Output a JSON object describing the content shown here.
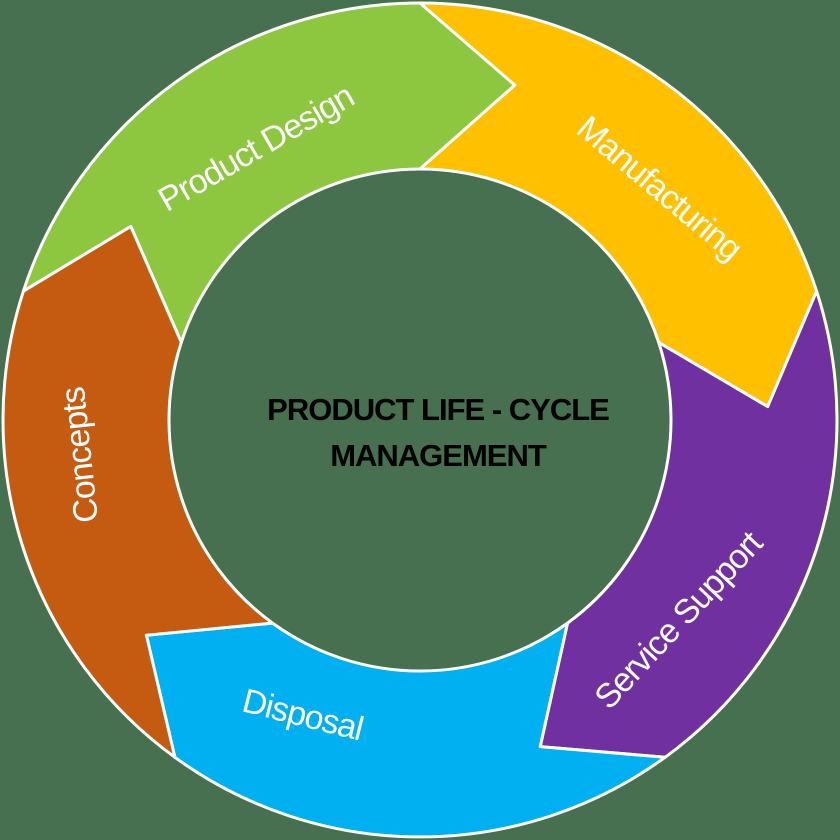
{
  "background_color": "#46704F",
  "separator_color": "#FFFFFF",
  "label_text_color": "#FFFFFF",
  "title": {
    "line1": "PRODUCT LIFE - CYCLE",
    "line2": "MANAGEMENT",
    "color": "#000000"
  },
  "segments": [
    {
      "label": "Product Design",
      "color": "#8DC63F",
      "position": "top-left"
    },
    {
      "label": "Manufacturing",
      "color": "#FFC000",
      "position": "top-right"
    },
    {
      "label": "Service Support",
      "color": "#7030A0",
      "position": "bottom-right"
    },
    {
      "label": "Disposal",
      "color": "#00B0F0",
      "position": "bottom"
    },
    {
      "label": "Concepts",
      "color": "#C55A11",
      "position": "left"
    }
  ],
  "diagram": {
    "type": "circular-cycle",
    "direction": "clockwise",
    "segment_count": 5
  }
}
